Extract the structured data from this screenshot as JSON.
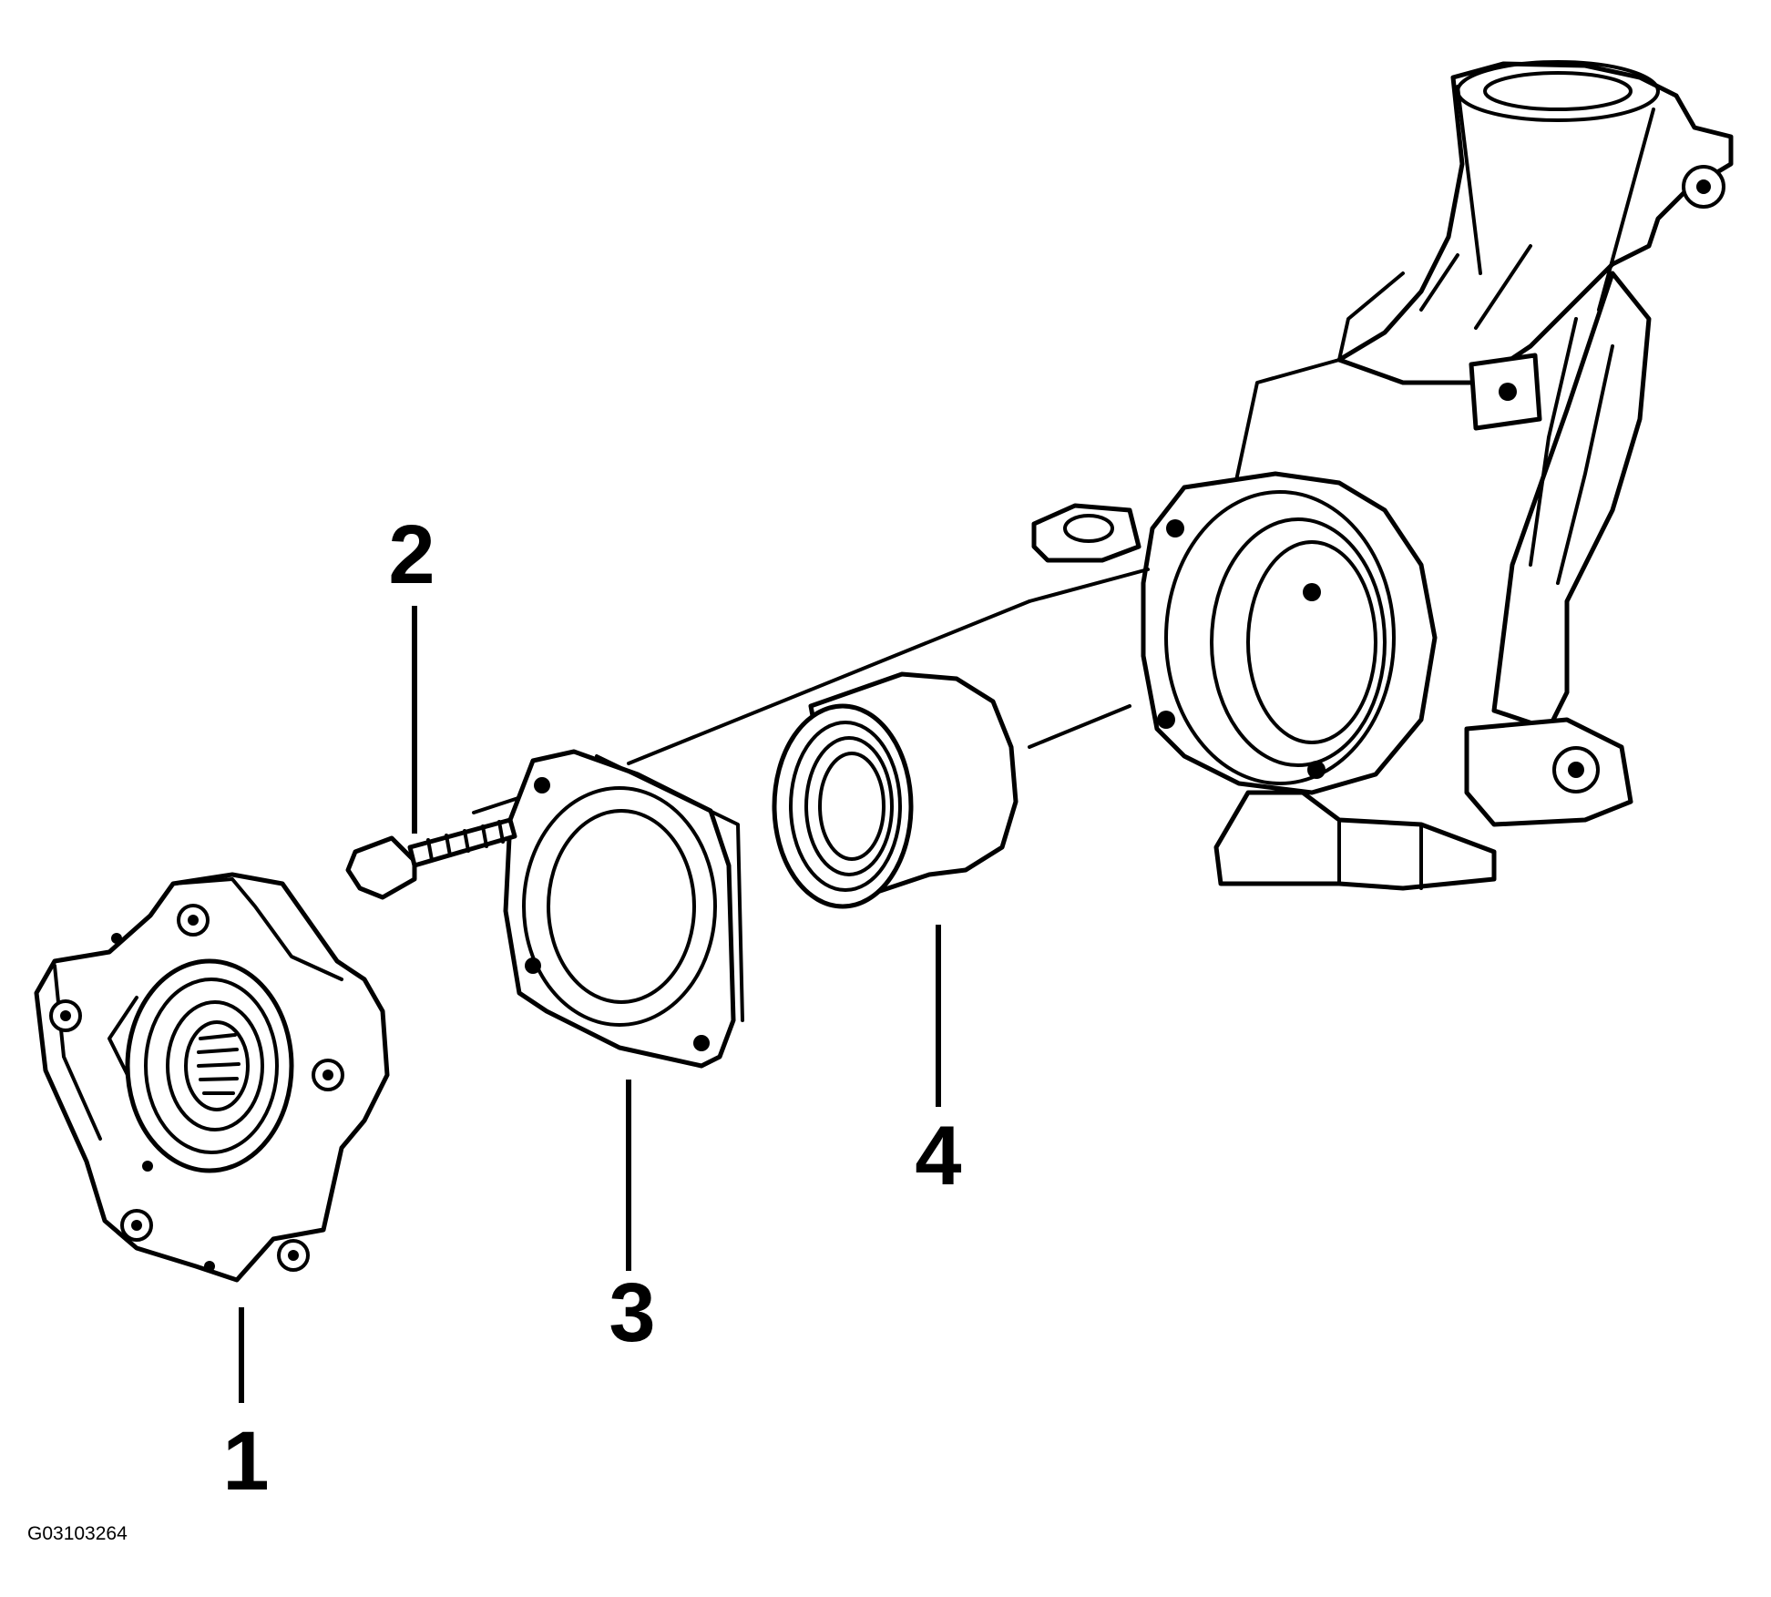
{
  "callouts": {
    "c1": "1",
    "c2": "2",
    "c3": "3",
    "c4": "4"
  },
  "figure_id": "G03103264"
}
